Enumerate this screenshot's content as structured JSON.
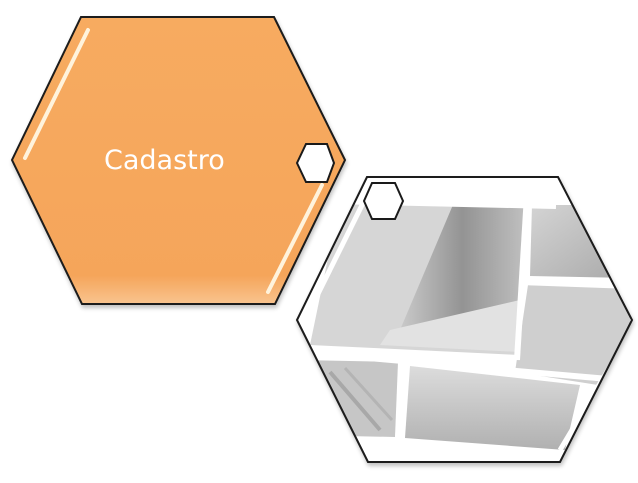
{
  "diagram": {
    "background": "#ffffff",
    "nodes": [
      {
        "id": "cadastro",
        "label": "Cadastro",
        "shape": "hexagon",
        "fill": "#f6a95e",
        "stroke": "#1a1a1a",
        "text_color": "#ffffff",
        "connector": "small-hexagon-right"
      },
      {
        "id": "image-tile",
        "label": "",
        "shape": "hexagon",
        "fill": "image-grayscale-collage",
        "stroke": "#1a1a1a",
        "connector": "small-hexagon-top-left"
      }
    ],
    "colors": {
      "orange": "#f6a95e",
      "orange_highlight": "#fff3dc",
      "outline": "#1a1a1a",
      "gray_dark": "#8a8a8a",
      "gray_mid": "#b4b4b4",
      "gray_light": "#d8d8d8"
    }
  }
}
